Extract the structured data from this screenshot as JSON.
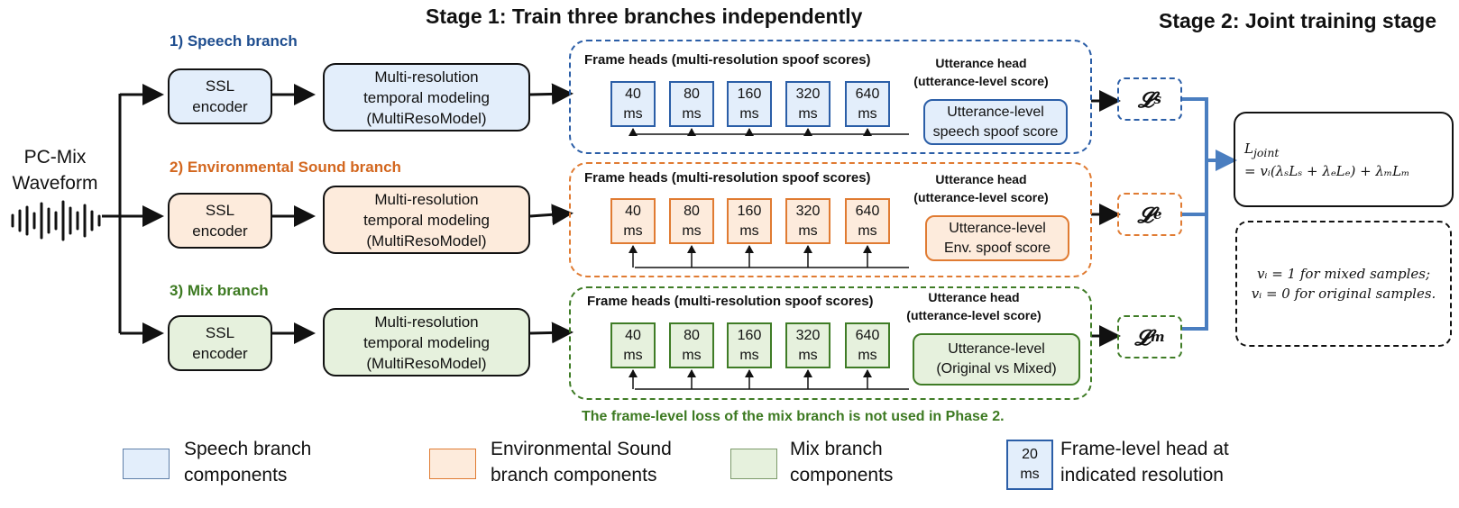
{
  "titles": {
    "stage1": "Stage 1: Train three branches independently",
    "stage2": "Stage 2: Joint training stage"
  },
  "input": {
    "line1": "PC-Mix",
    "line2": "Waveform",
    "icon": "waveform-icon"
  },
  "branches": [
    {
      "label": "1) Speech branch",
      "color": "#2b5ea7",
      "ssl": [
        "SSL",
        "encoder"
      ],
      "model": [
        "Multi-resolution",
        "temporal modeling",
        "(MultiResoModel)"
      ],
      "frame_caption": "Frame heads (multi-resolution spoof scores)",
      "utt_caption": [
        "Utterance head",
        "(utterance-level score)"
      ],
      "utt_box": [
        "Utterance-level",
        "speech spoof score"
      ],
      "loss": {
        "symbol": "𝓛",
        "sub": "s"
      }
    },
    {
      "label": "2) Environmental Sound branch",
      "color": "#e07b32",
      "ssl": [
        "SSL",
        "encoder"
      ],
      "model": [
        "Multi-resolution",
        "temporal modeling",
        "(MultiResoModel)"
      ],
      "frame_caption": "Frame heads (multi-resolution spoof scores)",
      "utt_caption": [
        "Utterance head",
        "(utterance-level score)"
      ],
      "utt_box": [
        "Utterance-level",
        "Env. spoof score"
      ],
      "loss": {
        "symbol": "𝓛",
        "sub": "e"
      }
    },
    {
      "label": "3) Mix branch",
      "color": "#3f7c26",
      "ssl": [
        "SSL",
        "encoder"
      ],
      "model": [
        "Multi-resolution",
        "temporal modeling",
        "(MultiResoModel)"
      ],
      "frame_caption": "Frame heads (multi-resolution spoof scores)",
      "utt_caption": [
        "Utterance head",
        "(utterance-level score)"
      ],
      "utt_box": [
        "Utterance-level",
        "(Original vs Mixed)"
      ],
      "loss": {
        "symbol": "𝓛",
        "sub": "m"
      }
    }
  ],
  "resolutions": [
    [
      "40",
      "ms"
    ],
    [
      "80",
      "ms"
    ],
    [
      "160",
      "ms"
    ],
    [
      "320",
      "ms"
    ],
    [
      "640",
      "ms"
    ]
  ],
  "joint": {
    "lhs": "L",
    "lhs_sub": "joint",
    "rhs": "= vᵢ(λₛLₛ + λₑLₑ) + λₘLₘ",
    "note1": "vᵢ = 1 for mixed samples;",
    "note2": "vᵢ = 0 for original samples."
  },
  "mix_note": "The frame-level loss of the mix branch is not used in Phase 2.",
  "legend": [
    {
      "lines": [
        "Speech branch",
        "components"
      ],
      "color": "#e3eefb",
      "border": "#2b5ea7"
    },
    {
      "lines": [
        "Environmental Sound",
        "branch components"
      ],
      "color": "#fdebdc",
      "border": "#e07b32"
    },
    {
      "lines": [
        "Mix branch",
        "components"
      ],
      "color": "#e6f1dd",
      "border": "#3f7c26"
    },
    {
      "head": [
        "20",
        "ms"
      ],
      "lines": [
        "Frame-level head at",
        "indicated resolution"
      ],
      "color": "#e3eefb",
      "border": "#2b5ea7"
    }
  ]
}
